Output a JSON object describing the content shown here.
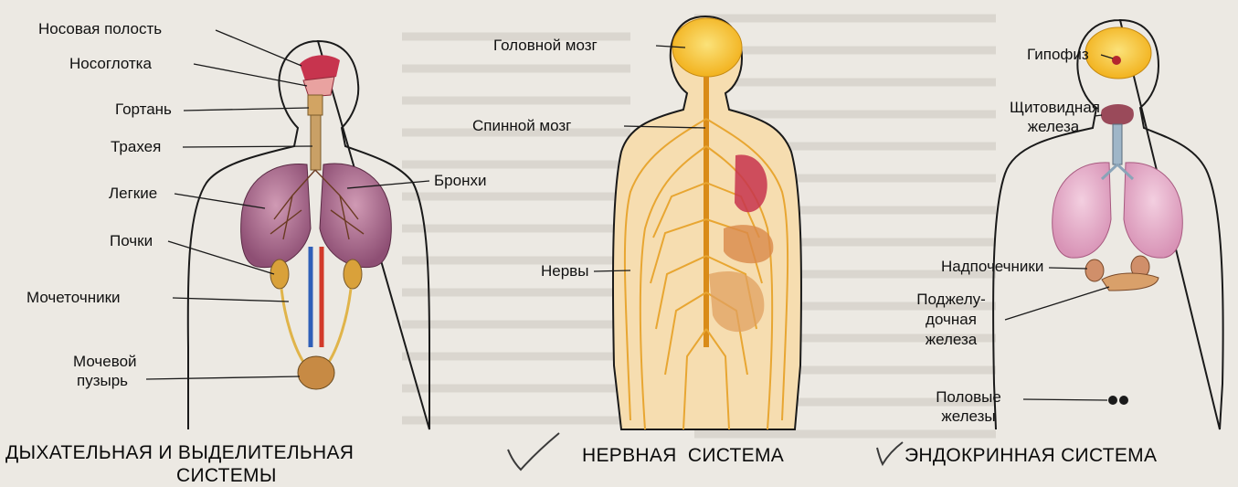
{
  "panels": {
    "respiratory": {
      "caption_line1": "ДЫХАТЕЛЬНАЯ И ВЫДЕЛИТЕЛЬНАЯ",
      "caption_line2": "СИСТЕМЫ",
      "labels": {
        "nasal_cavity": "Носовая полость",
        "nasopharynx": "Носоглотка",
        "larynx": "Гортань",
        "trachea": "Трахея",
        "bronchi": "Бронхи",
        "lungs": "Легкие",
        "kidneys": "Почки",
        "ureters": "Мочеточники",
        "bladder_line1": "Мочевой",
        "bladder_line2": "пузырь"
      }
    },
    "nervous": {
      "caption": "НЕРВНАЯ  СИСТЕМА",
      "labels": {
        "brain": "Головной мозг",
        "spinal_cord": "Спинной мозг",
        "nerves": "Нервы"
      }
    },
    "endocrine": {
      "caption": "ЭНДОКРИННАЯ СИСТЕМА",
      "labels": {
        "pituitary": "Гипофиз",
        "thyroid_line1": "Щитовидная",
        "thyroid_line2": "железа",
        "adrenal": "Надпочечники",
        "pancreas_line1": "Поджелу-",
        "pancreas_line2": "дочная",
        "pancreas_line3": "железа",
        "gonads_line1": "Половые",
        "gonads_line2": "железы"
      }
    }
  },
  "colors": {
    "background": "#ece9e3",
    "outline": "#1a1a1a",
    "nerve": "#e8a632",
    "brain": "#f5c23a",
    "lung": "#b77a9a",
    "lung_endocrine": "#e6b0c8",
    "organ_red": "#c7344e",
    "thyroid": "#9a4a5a",
    "gland": "#d08f6a",
    "pituitary": "#b3262f",
    "trachea": "#c9a066",
    "vein": "#2f5fb8",
    "artery": "#d23a2a",
    "kidney": "#d9a13a"
  }
}
